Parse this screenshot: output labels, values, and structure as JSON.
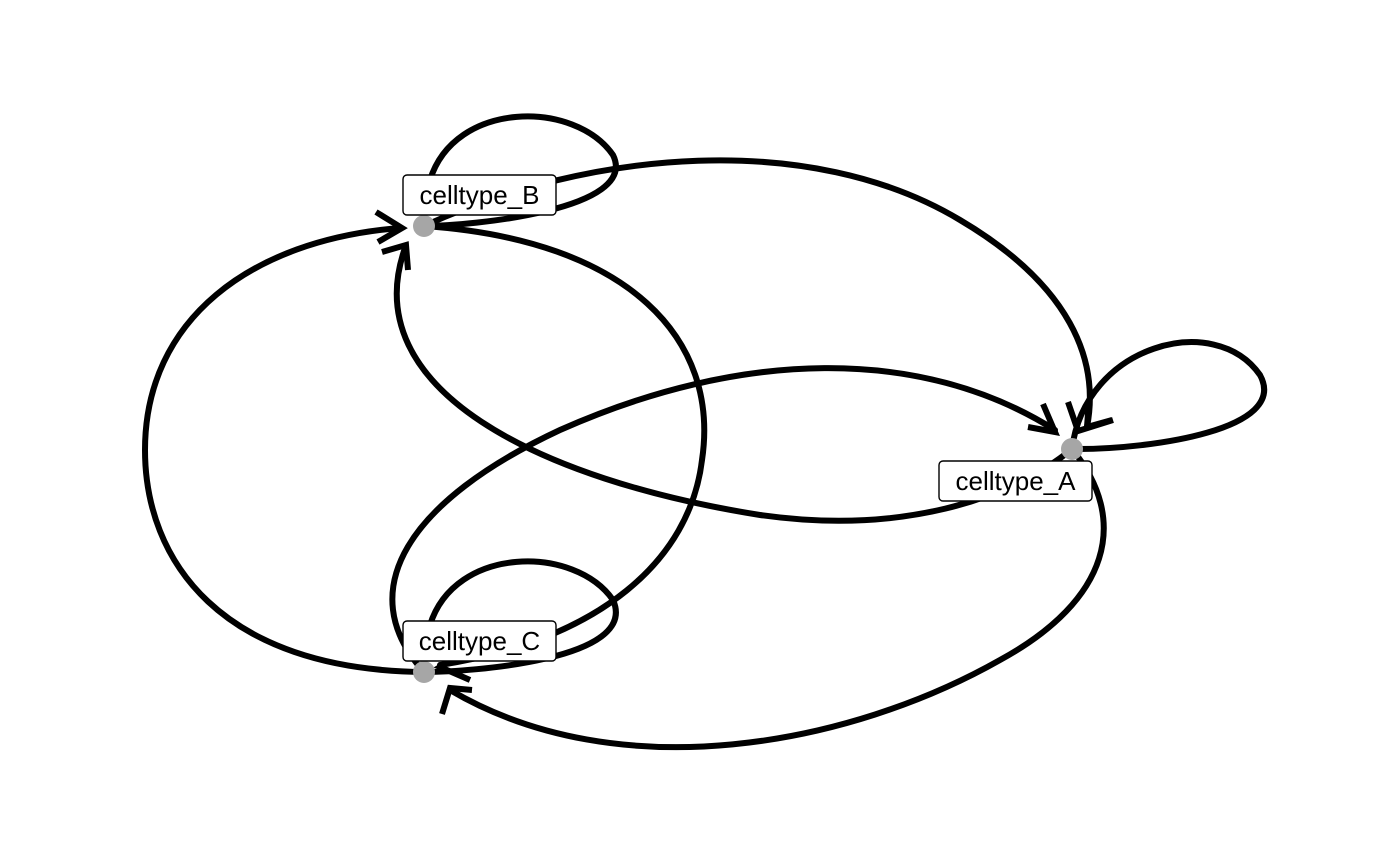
{
  "diagram": {
    "type": "directed-network",
    "nodes": [
      {
        "id": "celltype_A",
        "label": "celltype_A"
      },
      {
        "id": "celltype_B",
        "label": "celltype_B"
      },
      {
        "id": "celltype_C",
        "label": "celltype_C"
      }
    ],
    "edges": [
      {
        "from": "celltype_A",
        "to": "celltype_A"
      },
      {
        "from": "celltype_B",
        "to": "celltype_B"
      },
      {
        "from": "celltype_C",
        "to": "celltype_C"
      },
      {
        "from": "celltype_B",
        "to": "celltype_A"
      },
      {
        "from": "celltype_A",
        "to": "celltype_B"
      },
      {
        "from": "celltype_C",
        "to": "celltype_A"
      },
      {
        "from": "celltype_A",
        "to": "celltype_C"
      },
      {
        "from": "celltype_B",
        "to": "celltype_C"
      },
      {
        "from": "celltype_C",
        "to": "celltype_B"
      }
    ],
    "colors": {
      "edge": "#000000",
      "node": "#a6a6a6",
      "label_background": "#ffffff",
      "label_border": "#000000"
    }
  }
}
